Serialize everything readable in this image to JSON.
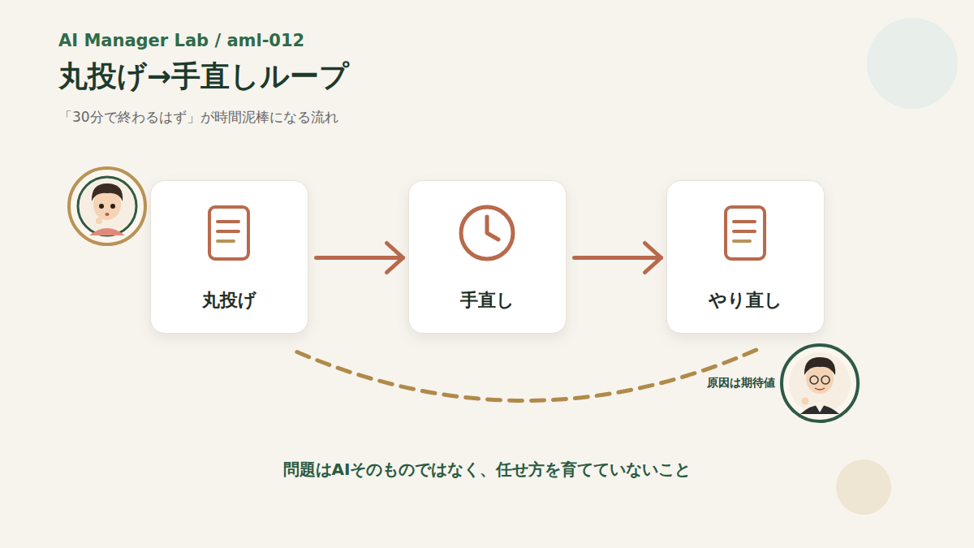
{
  "diagram": {
    "title": "丸投げ→手直しループ",
    "caption": "問題はAIそのものではなく、任せ方を育てていないこと",
    "nodes": [
      {
        "text": [
          "丸投げ"
        ]
      },
      {
        "text": [
          "手直し"
        ]
      },
      {
        "text": [
          "やり直し"
        ]
      }
    ],
    "edges": [
      {
        "from": 0,
        "to": 1,
        "arrow": "to"
      },
      {
        "from": 1,
        "to": 2,
        "arrow": "to"
      },
      {
        "from": 2,
        "to": 0,
        "arrow": "none"
      }
    ],
    "labels": [
      "AI Manager Lab / aml-012",
      "「30分で終わるはず」が時間泥棒になる流れ",
      "原因は期待値"
    ]
  }
}
